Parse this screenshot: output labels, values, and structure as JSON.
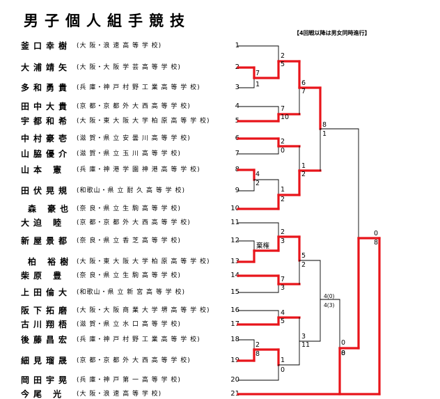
{
  "title": "男子個人組手競技",
  "note": "【4回戦以降は男女同時進行】",
  "players": [
    {
      "name": "釜口幸樹",
      "aff": "(大 阪・浪 速 高 等 学 校)",
      "num": "1"
    },
    {
      "name": "大浦靖矢",
      "aff": "(大 阪・大 阪 学 芸 高 等 学 校)",
      "num": "2"
    },
    {
      "name": "多和勇貴",
      "aff": "(兵 庫・神 戸 村 野 工 業 高 等 学 校)",
      "num": "3"
    },
    {
      "name": "田中大貴",
      "aff": "(京 都・京 都 外 大 西 高 等 学 校)",
      "num": "4"
    },
    {
      "name": "宇都和希",
      "aff": "(大 阪・東 大 阪 大 学 柏 原 高 等 学 校)",
      "num": "5"
    },
    {
      "name": "中村豪壱",
      "aff": "(滋 賀・県 立 安 曇 川 高 等 学 校)",
      "num": "6"
    },
    {
      "name": "山脇優介",
      "aff": "(滋 賀・県 立 玉 川 高 等 学 校)",
      "num": "7"
    },
    {
      "name": "山本 憲",
      "aff": "(兵 庫・神 港 学 園 神 港 高 等 学 校)",
      "num": "8"
    },
    {
      "name": "田伏晃規",
      "aff": "(和歌山・県 立 耐 久 高 等 学 校)",
      "num": "9"
    },
    {
      "name": "森 豪也",
      "aff": "(奈 良・県 立 生 駒 高 等 学 校)",
      "num": "10"
    },
    {
      "name": "大迫 睦",
      "aff": "(京 都・京 都 外 大 西 高 等 学 校)",
      "num": "11"
    },
    {
      "name": "新屋景都",
      "aff": "(奈 良・県 立 香 芝 高 等 学 校)",
      "num": "12"
    },
    {
      "name": "柏 裕樹",
      "aff": "(大 阪・東 大 阪 大 学 柏 原 高 等 学 校)",
      "num": "13"
    },
    {
      "name": "柴原 豊",
      "aff": "(奈 良・県 立 生 駒 高 等 学 校)",
      "num": "14"
    },
    {
      "name": "上田倫大",
      "aff": "(和歌山・県 立 新 宮 高 等 学 校)",
      "num": "15"
    },
    {
      "name": "阪下拓磨",
      "aff": "(大 阪・大 阪 商 業 大 学 堺 高 等 学 校)",
      "num": "16"
    },
    {
      "name": "古川翔梧",
      "aff": "(滋 賀・県 立 水 口 高 等 学 校)",
      "num": "17"
    },
    {
      "name": "後藤昌宏",
      "aff": "(兵 庫・神 戸 村 野 工 業 高 等 学 校)",
      "num": "18"
    },
    {
      "name": "細見瑠晟",
      "aff": "(京 都・京 都 外 大 西 高 等 学 校)",
      "num": "19"
    },
    {
      "name": "岡田宇晃",
      "aff": "(兵 庫・神 戸 第 一 高 等 学 校)",
      "num": "20"
    },
    {
      "name": "今尾 光",
      "aff": "(大 阪・浪 速 高 等 学 校)",
      "num": "21"
    }
  ],
  "scores": [
    "2",
    "5",
    "7",
    "1",
    "6",
    "7",
    "7",
    "10",
    "8",
    "1",
    "2",
    "0",
    "4",
    "2",
    "1",
    "2",
    "1",
    "2",
    "0",
    "8",
    "2",
    "3",
    "棄権",
    "5",
    "2",
    "7",
    "3",
    "4(0)",
    "4(3)",
    "4",
    "5",
    "3",
    "11",
    "0",
    "8",
    "2",
    "8",
    "1",
    "0"
  ]
}
